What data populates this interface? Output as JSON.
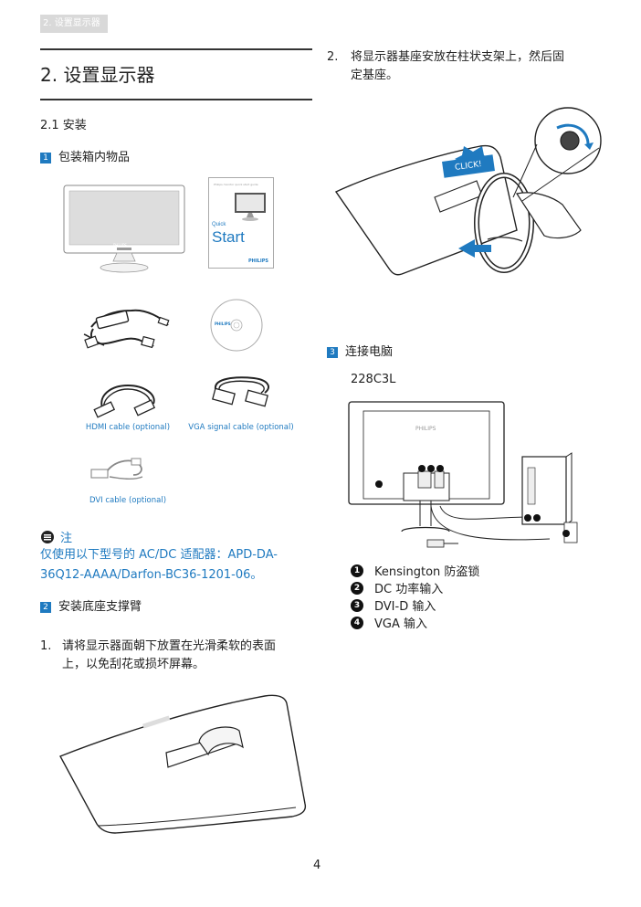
{
  "header_tag": "2. 设置显示器",
  "title": "2. 设置显示器",
  "section_install": "2.1 安装",
  "item1": {
    "num": "1",
    "label": "包装箱内物品"
  },
  "quickstart": {
    "quick": "Quick",
    "start": "Start",
    "brand": "PHILIPS",
    "header_text": "Philips monitor quick start guide"
  },
  "cd_brand": "PHILIPS",
  "monitor_brand": "PHILIPS",
  "captions": {
    "hdmi": "HDMI cable (optional)",
    "vga": "VGA signal cable (optional)",
    "dvi": "DVI cable (optional)"
  },
  "note": {
    "label": "注",
    "text_line1": "仅使用以下型号的 AC/DC 适配器：APD-DA-",
    "text_line2": "36Q12-AAAA/Darfon-BC36-1201-06。"
  },
  "item2": {
    "num": "2",
    "label": "安装底座支撑臂"
  },
  "step1": {
    "num": "1.",
    "line1": "请将显示器面朝下放置在光滑柔软的表面",
    "line2": "上，以免刮花或损坏屏幕。"
  },
  "step2": {
    "num": "2.",
    "line1": "将显示器基座安放在柱状支架上，然后固",
    "line2": "定基座。"
  },
  "click_label": "CLICK!",
  "item3": {
    "num": "3",
    "label": "连接电脑"
  },
  "model": "228C3L",
  "legend": [
    {
      "num": "1",
      "label": "Kensington 防盗锁"
    },
    {
      "num": "2",
      "label": "DC 功率输入"
    },
    {
      "num": "3",
      "label": "DVI-D 输入"
    },
    {
      "num": "4",
      "label": "VGA 输入"
    }
  ],
  "page_number": "4",
  "colors": {
    "accent": "#1f7ac0",
    "text": "#222222",
    "rule": "#333333"
  }
}
